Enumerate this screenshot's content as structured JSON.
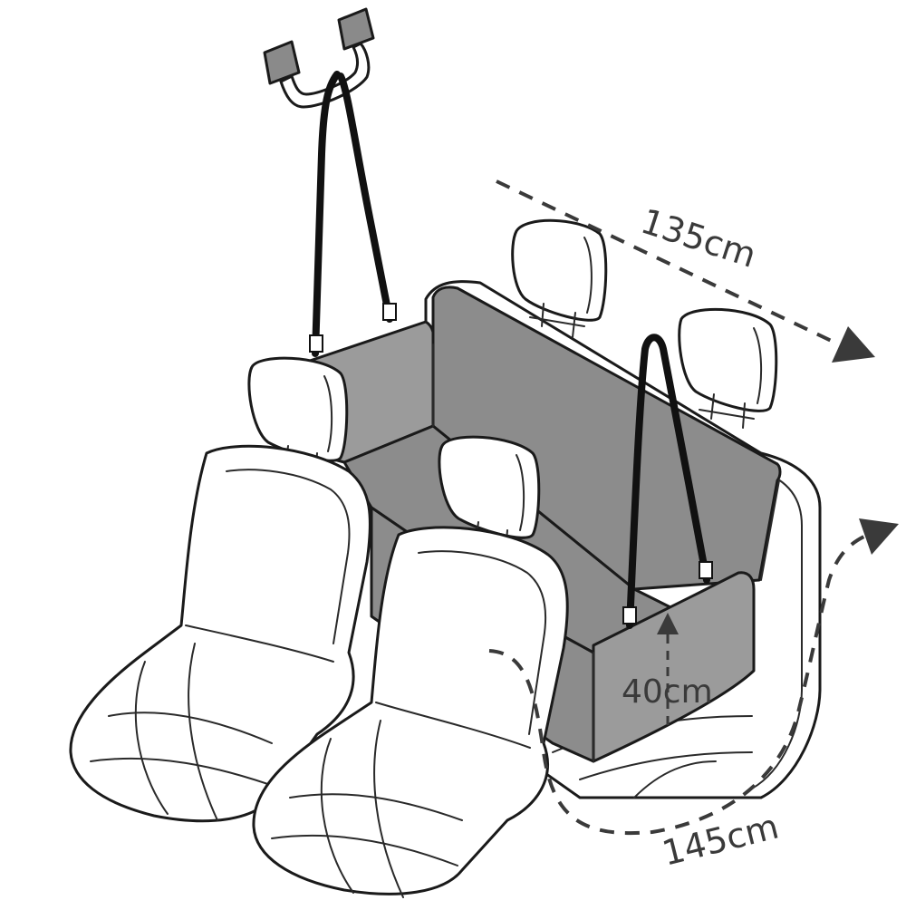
{
  "colors": {
    "outline": "#1a1a1a",
    "cover": "#8c8c8c",
    "cover_light": "#9b9b9b",
    "seat_fill": "#ffffff",
    "hook_fill": "#8a8a8a",
    "strap": "#111111",
    "arrow": "#3a3a3a"
  },
  "dimensions": {
    "width_top": "135cm",
    "height_side": "40cm",
    "width_bottom": "145cm"
  }
}
